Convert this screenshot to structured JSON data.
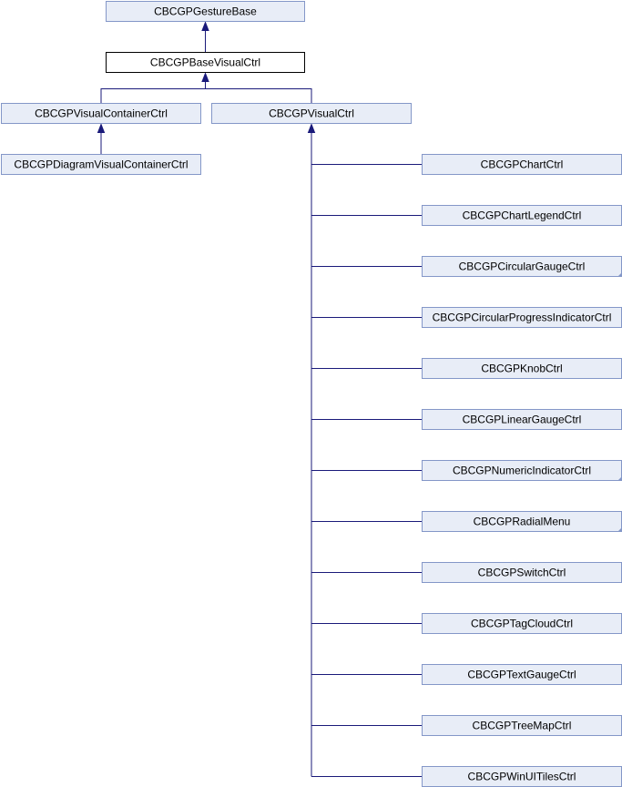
{
  "diagram": {
    "nodes": [
      {
        "id": "gesture_base",
        "label": "CBCGPGestureBase",
        "current": false,
        "truncated": false
      },
      {
        "id": "base_visual_ctrl",
        "label": "CBCGPBaseVisualCtrl",
        "current": true,
        "truncated": false
      },
      {
        "id": "visual_container_ctrl",
        "label": "CBCGPVisualContainerCtrl",
        "current": false,
        "truncated": false
      },
      {
        "id": "visual_ctrl",
        "label": "CBCGPVisualCtrl",
        "current": false,
        "truncated": false
      },
      {
        "id": "diagram_visual_container_ctrl",
        "label": "CBCGPDiagramVisualContainerCtrl",
        "current": false,
        "truncated": false
      },
      {
        "id": "chart_ctrl",
        "label": "CBCGPChartCtrl",
        "current": false,
        "truncated": false
      },
      {
        "id": "chart_legend_ctrl",
        "label": "CBCGPChartLegendCtrl",
        "current": false,
        "truncated": false
      },
      {
        "id": "circular_gauge_ctrl",
        "label": "CBCGPCircularGaugeCtrl",
        "current": false,
        "truncated": true
      },
      {
        "id": "circular_progress_indicator_ctrl",
        "label": "CBCGPCircularProgressIndicatorCtrl",
        "current": false,
        "truncated": false
      },
      {
        "id": "knob_ctrl",
        "label": "CBCGPKnobCtrl",
        "current": false,
        "truncated": false
      },
      {
        "id": "linear_gauge_ctrl",
        "label": "CBCGPLinearGaugeCtrl",
        "current": false,
        "truncated": false
      },
      {
        "id": "numeric_indicator_ctrl",
        "label": "CBCGPNumericIndicatorCtrl",
        "current": false,
        "truncated": true
      },
      {
        "id": "radial_menu",
        "label": "CBCGPRadialMenu",
        "current": false,
        "truncated": true
      },
      {
        "id": "switch_ctrl",
        "label": "CBCGPSwitchCtrl",
        "current": false,
        "truncated": false
      },
      {
        "id": "tag_cloud_ctrl",
        "label": "CBCGPTagCloudCtrl",
        "current": false,
        "truncated": false
      },
      {
        "id": "text_gauge_ctrl",
        "label": "CBCGPTextGaugeCtrl",
        "current": false,
        "truncated": false
      },
      {
        "id": "tree_map_ctrl",
        "label": "CBCGPTreeMapCtrl",
        "current": false,
        "truncated": false
      },
      {
        "id": "win_ui_tiles_ctrl",
        "label": "CBCGPWinUITilesCtrl",
        "current": false,
        "truncated": false
      }
    ],
    "edges": [
      {
        "from": "base_visual_ctrl",
        "to": "gesture_base"
      },
      {
        "from": "visual_container_ctrl",
        "to": "base_visual_ctrl"
      },
      {
        "from": "visual_ctrl",
        "to": "base_visual_ctrl"
      },
      {
        "from": "diagram_visual_container_ctrl",
        "to": "visual_container_ctrl"
      },
      {
        "from": "chart_ctrl",
        "to": "visual_ctrl"
      },
      {
        "from": "chart_legend_ctrl",
        "to": "visual_ctrl"
      },
      {
        "from": "circular_gauge_ctrl",
        "to": "visual_ctrl"
      },
      {
        "from": "circular_progress_indicator_ctrl",
        "to": "visual_ctrl"
      },
      {
        "from": "knob_ctrl",
        "to": "visual_ctrl"
      },
      {
        "from": "linear_gauge_ctrl",
        "to": "visual_ctrl"
      },
      {
        "from": "numeric_indicator_ctrl",
        "to": "visual_ctrl"
      },
      {
        "from": "radial_menu",
        "to": "visual_ctrl"
      },
      {
        "from": "switch_ctrl",
        "to": "visual_ctrl"
      },
      {
        "from": "tag_cloud_ctrl",
        "to": "visual_ctrl"
      },
      {
        "from": "text_gauge_ctrl",
        "to": "visual_ctrl"
      },
      {
        "from": "tree_map_ctrl",
        "to": "visual_ctrl"
      },
      {
        "from": "win_ui_tiles_ctrl",
        "to": "visual_ctrl"
      }
    ]
  }
}
